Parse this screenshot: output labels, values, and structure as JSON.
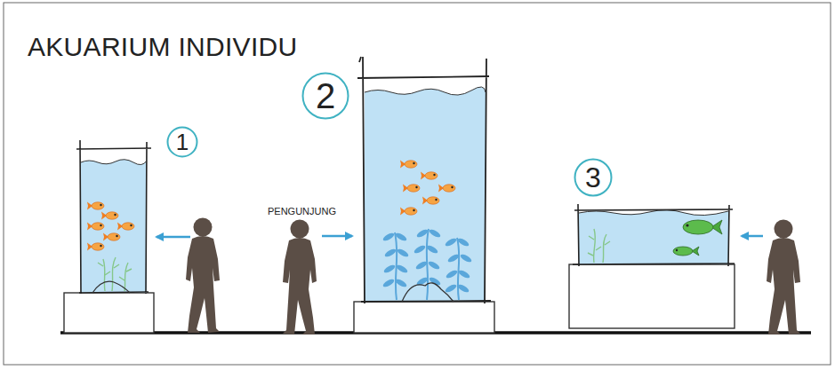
{
  "diagram": {
    "title": "AKUARIUM INDIVIDU",
    "nodes": [
      {
        "text": [
          "1"
        ]
      },
      {
        "text": [
          "2"
        ]
      },
      {
        "text": [
          "3"
        ]
      }
    ],
    "labels": [
      "PENGUNJUNG"
    ]
  }
}
